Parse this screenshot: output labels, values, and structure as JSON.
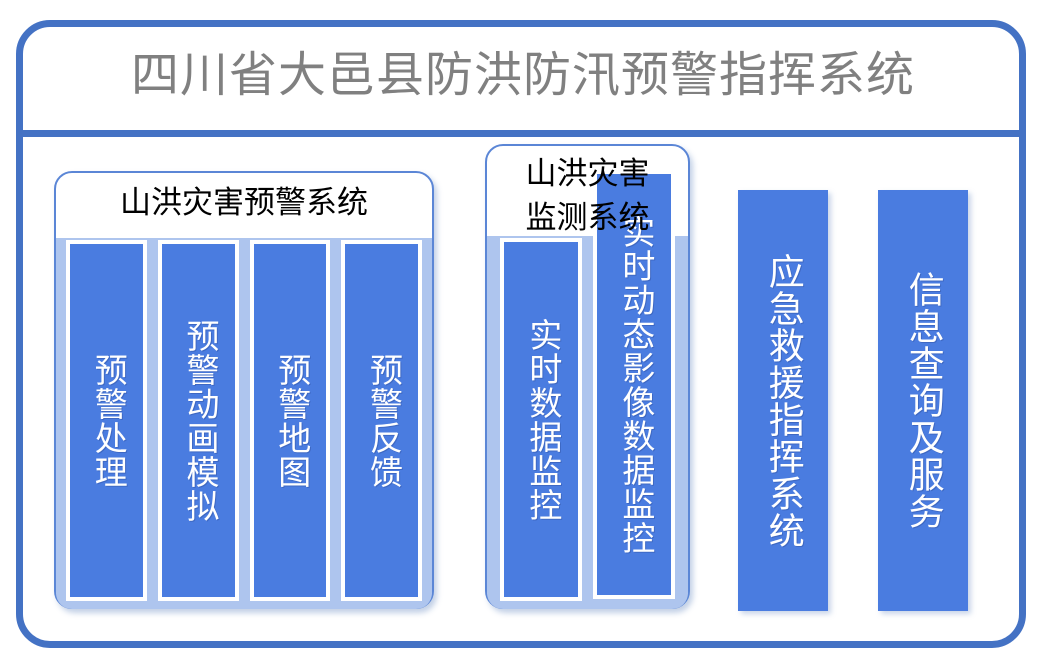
{
  "header": {
    "title": "四川省大邑县防洪防汛预警指挥系统"
  },
  "colors": {
    "frame_blue": "#4472C4",
    "tile_blue": "#4A7CE0",
    "card_body_blue": "#AEC5EE",
    "card_border_blue": "#5B86D6",
    "title_gray": "#808080",
    "tile_text": "#FFFFFF",
    "card_header_text": "#000000"
  },
  "groups": [
    {
      "name": "warning-system",
      "header": "山洪灾害预警系统",
      "tiles": [
        {
          "label": "预警处理"
        },
        {
          "label": "预警动画模拟"
        },
        {
          "label": "预警地图"
        },
        {
          "label": "预警反馈"
        }
      ]
    },
    {
      "name": "monitor-system",
      "header": "山洪灾害监测系统",
      "header_line1": "山洪灾害",
      "header_line2": "监测系统",
      "tiles": [
        {
          "label": "实时数据监控"
        },
        {
          "label": "实时动态影像数据监控"
        }
      ]
    }
  ],
  "bars": [
    {
      "name": "emergency-command",
      "label": "应急救援指挥系统"
    },
    {
      "name": "info-service",
      "label": "信息查询及服务"
    }
  ]
}
